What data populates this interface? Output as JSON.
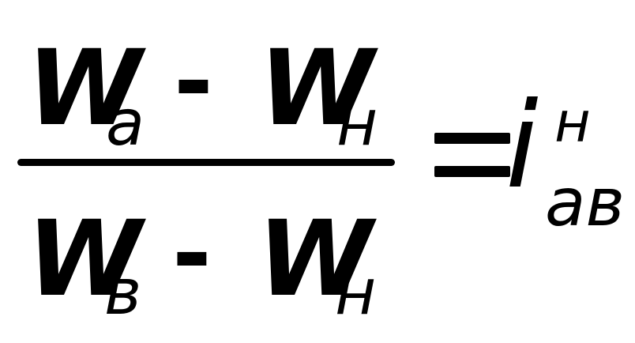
{
  "formula": {
    "numerator": {
      "w1": "W",
      "sub1": "а",
      "op": "-",
      "w2": "W",
      "sub2": "н"
    },
    "denominator": {
      "w1": "W",
      "sub1": "в",
      "op": "-",
      "w2": "W",
      "sub2": "н"
    },
    "equals": "=",
    "result": {
      "symbol": "i",
      "superscript": "н",
      "subscript": "ав"
    }
  }
}
